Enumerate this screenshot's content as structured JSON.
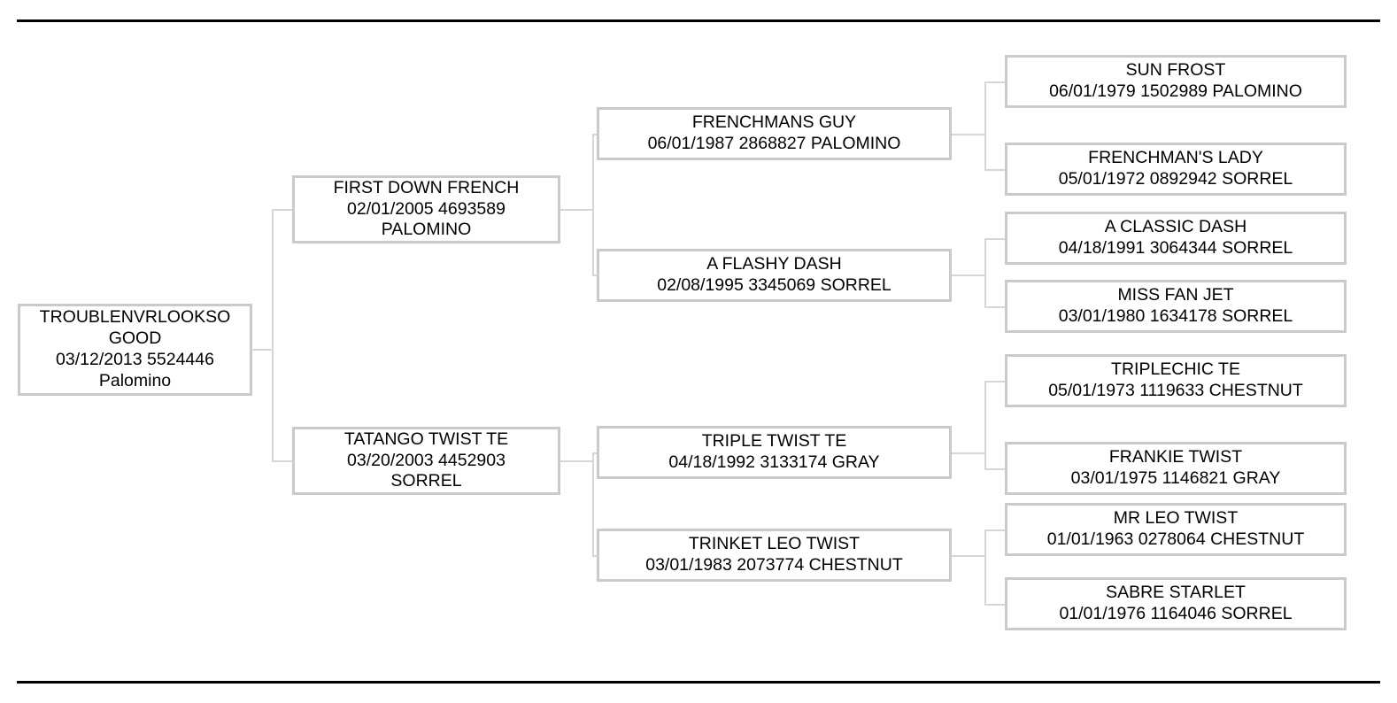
{
  "document": {
    "type": "pedigree-chart",
    "generations": 4,
    "box_border_color": "#cacaca",
    "connector_color": "#d6d6d6",
    "rule_color": "#000000",
    "background_color": "#ffffff"
  },
  "subject": {
    "name": "TROUBLENVRLOOKSO GOOD",
    "details": "03/12/2013 5524446",
    "color": "Palomino"
  },
  "generation1": [
    {
      "position": "sire",
      "name": "FIRST DOWN FRENCH",
      "details": "02/01/2005 4693589",
      "color": "PALOMINO"
    },
    {
      "position": "dam",
      "name": "TATANGO TWIST TE",
      "details": "03/20/2003 4452903",
      "color": "SORREL"
    }
  ],
  "generation2": [
    {
      "position": "sire-sire",
      "name": "FRENCHMANS GUY",
      "details": "06/01/1987 2868827 PALOMINO"
    },
    {
      "position": "sire-dam",
      "name": "A FLASHY DASH",
      "details": "02/08/1995 3345069 SORREL"
    },
    {
      "position": "dam-sire",
      "name": "TRIPLE TWIST TE",
      "details": "04/18/1992 3133174 GRAY"
    },
    {
      "position": "dam-dam",
      "name": "TRINKET LEO TWIST",
      "details": "03/01/1983 2073774 CHESTNUT"
    }
  ],
  "generation3": [
    {
      "position": "sire-sire-sire",
      "name": "SUN FROST",
      "details": "06/01/1979 1502989 PALOMINO"
    },
    {
      "position": "sire-sire-dam",
      "name": "FRENCHMAN'S LADY",
      "details": "05/01/1972 0892942 SORREL"
    },
    {
      "position": "sire-dam-sire",
      "name": "A CLASSIC DASH",
      "details": "04/18/1991 3064344 SORREL"
    },
    {
      "position": "sire-dam-dam",
      "name": "MISS FAN JET",
      "details": "03/01/1980 1634178 SORREL"
    },
    {
      "position": "dam-sire-sire",
      "name": "TRIPLECHIC TE",
      "details": "05/01/1973 1119633 CHESTNUT"
    },
    {
      "position": "dam-sire-dam",
      "name": "FRANKIE TWIST",
      "details": "03/01/1975 1146821 GRAY"
    },
    {
      "position": "dam-dam-sire",
      "name": "MR LEO TWIST",
      "details": "01/01/1963 0278064 CHESTNUT"
    },
    {
      "position": "dam-dam-dam",
      "name": "SABRE STARLET",
      "details": "01/01/1976 1164046 SORREL"
    }
  ]
}
